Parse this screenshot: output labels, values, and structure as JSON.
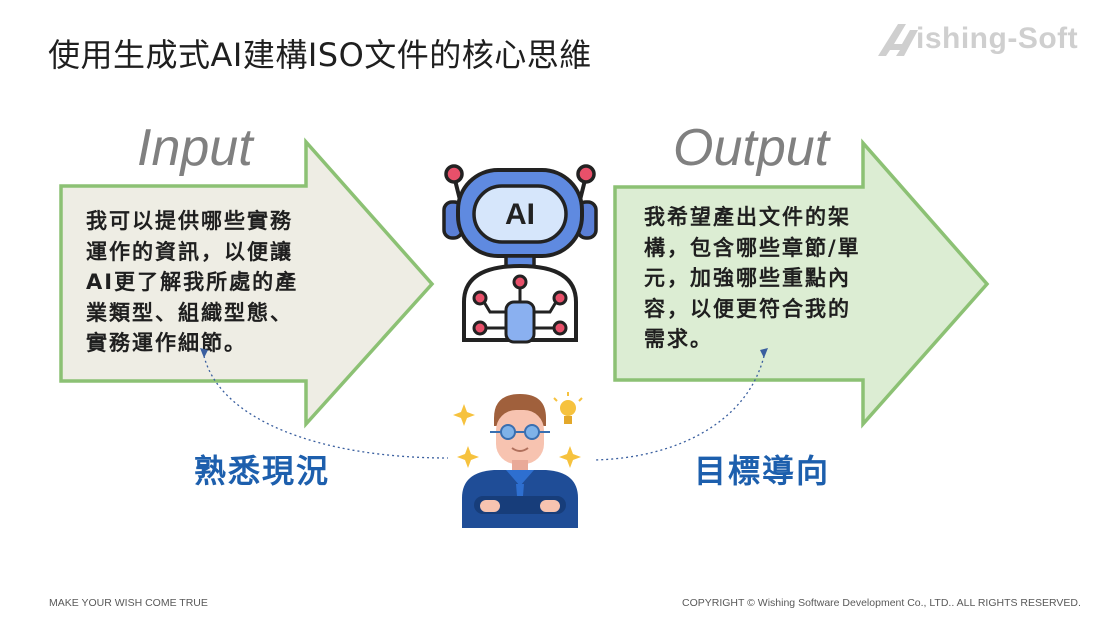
{
  "title": "使用生成式AI建構ISO文件的核心思維",
  "brand": {
    "logo_text": "ishing-Soft"
  },
  "input": {
    "heading": "Input",
    "lines": [
      "我可以提供哪些實務",
      "運作的資訊，以便讓",
      "AI更了解我所處的產",
      "業類型、組織型態、",
      "實務運作細節。"
    ],
    "caption": "熟悉現況"
  },
  "output": {
    "heading": "Output",
    "lines": [
      "我希望產出文件的架",
      "構，包含哪些章節/單",
      "元，加強哪些重點內",
      "容，以便更符合我的",
      "需求。"
    ],
    "caption": "目標導向"
  },
  "robot": {
    "badge": "AI"
  },
  "footer": {
    "left": "MAKE YOUR WISH COME TRUE",
    "right": "COPYRIGHT © Wishing Software Development Co., LTD.. ALL RIGHTS RESERVED."
  },
  "colors": {
    "input_fill": "#eeede4",
    "output_fill": "#dcedd3",
    "arrow_border": "#8cc174",
    "caption": "#1d5fad"
  }
}
